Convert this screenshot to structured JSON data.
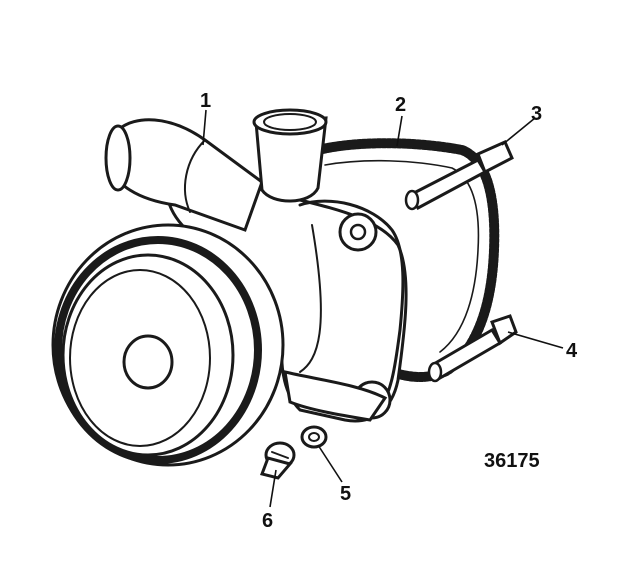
{
  "figure": {
    "id_label": "36175",
    "callouts": [
      {
        "number": "1"
      },
      {
        "number": "2"
      },
      {
        "number": "3"
      },
      {
        "number": "4"
      },
      {
        "number": "5"
      },
      {
        "number": "6"
      }
    ]
  },
  "colors": {
    "ink": "#1a1a1a",
    "background": "#ffffff"
  }
}
